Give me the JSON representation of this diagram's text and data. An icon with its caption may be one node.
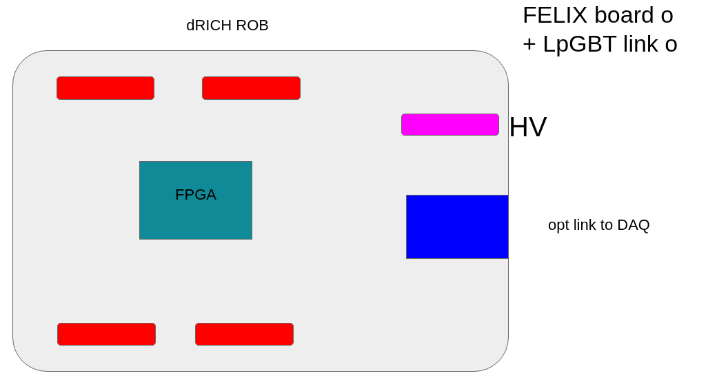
{
  "diagram": {
    "nodes": [
      {
        "text": [
          "dRICH ROB"
        ]
      },
      {
        "text": [],
        "shape": "bar",
        "in": 0
      },
      {
        "text": [],
        "shape": "bar",
        "in": 0
      },
      {
        "text": [],
        "shape": "bar",
        "in": 0,
        "beside": [
          "HV"
        ]
      },
      {
        "text": [
          "FPGA"
        ],
        "in": 0
      },
      {
        "text": [],
        "shape": "box",
        "in": 0,
        "beside": [
          "opt link to DAQ"
        ]
      },
      {
        "text": [],
        "shape": "bar",
        "in": 0
      },
      {
        "text": [],
        "shape": "bar",
        "in": 0
      }
    ],
    "edges": [],
    "labels": [
      "FELIX board o",
      "+ LpGBT link o"
    ]
  }
}
